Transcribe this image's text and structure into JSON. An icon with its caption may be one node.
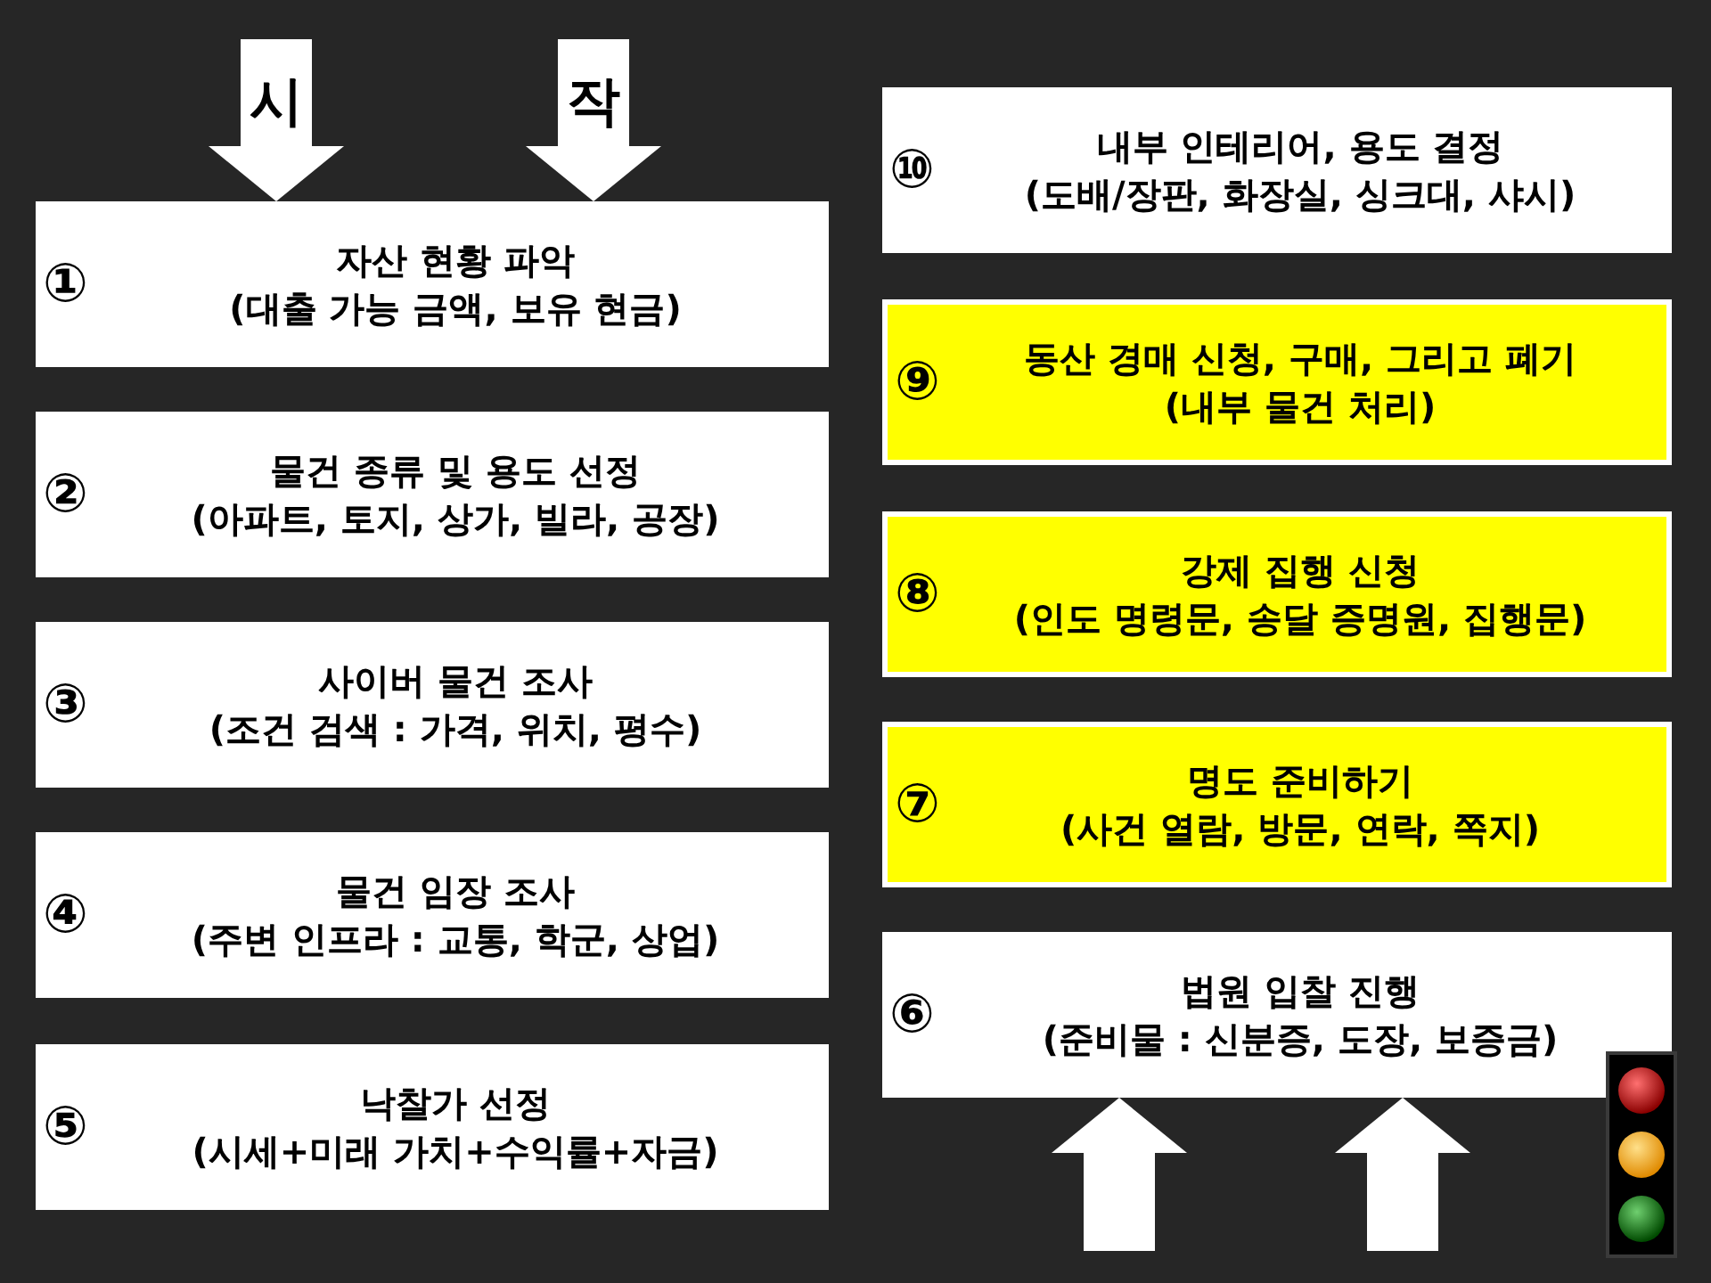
{
  "diagram": {
    "nodes": [
      {
        "text": [
          "①",
          "자산 현황 파악",
          "(대출 가능 금액, 보유 현금)"
        ]
      },
      {
        "text": [
          "②",
          "물건 종류 및 용도 선정",
          "(아파트, 토지, 상가, 빌라, 공장)"
        ]
      },
      {
        "text": [
          "③",
          "사이버 물건 조사",
          "(조건 검색 : 가격, 위치, 평수)"
        ]
      },
      {
        "text": [
          "④",
          "물건 임장 조사",
          "(주변 인프라 : 교통, 학군, 상업)"
        ]
      },
      {
        "text": [
          "⑤",
          "낙찰가 선정",
          "(시세+미래 가치+수익률+자금)"
        ]
      },
      {
        "text": [
          "⑥",
          "법원 입찰 진행",
          "(준비물 : 신분증, 도장, 보증금)"
        ]
      },
      {
        "text": [
          "⑦",
          "명도 준비하기",
          "(사건 열람, 방문, 연락, 쪽지)"
        ]
      },
      {
        "text": [
          "⑧",
          "강제 집행 신청",
          "(인도 명령문, 송달 증명원, 집행문)"
        ]
      },
      {
        "text": [
          "⑨",
          "동산 경매 신청, 구매, 그리고 폐기",
          "(내부 물건 처리)"
        ]
      },
      {
        "text": [
          "⑩",
          "내부 인테리어, 용도 결정",
          "(도배/장판, 화장실, 싱크대, 샤시)"
        ]
      },
      {
        "text": [],
        "shape": "picture"
      }
    ],
    "edges": [
      {
        "from": null,
        "to": 0,
        "arrow": "to",
        "label": "시"
      },
      {
        "from": null,
        "to": 0,
        "arrow": "to",
        "label": "작"
      },
      {
        "from": null,
        "to": 5,
        "arrow": "to"
      },
      {
        "from": null,
        "to": 5,
        "arrow": "to"
      }
    ]
  }
}
